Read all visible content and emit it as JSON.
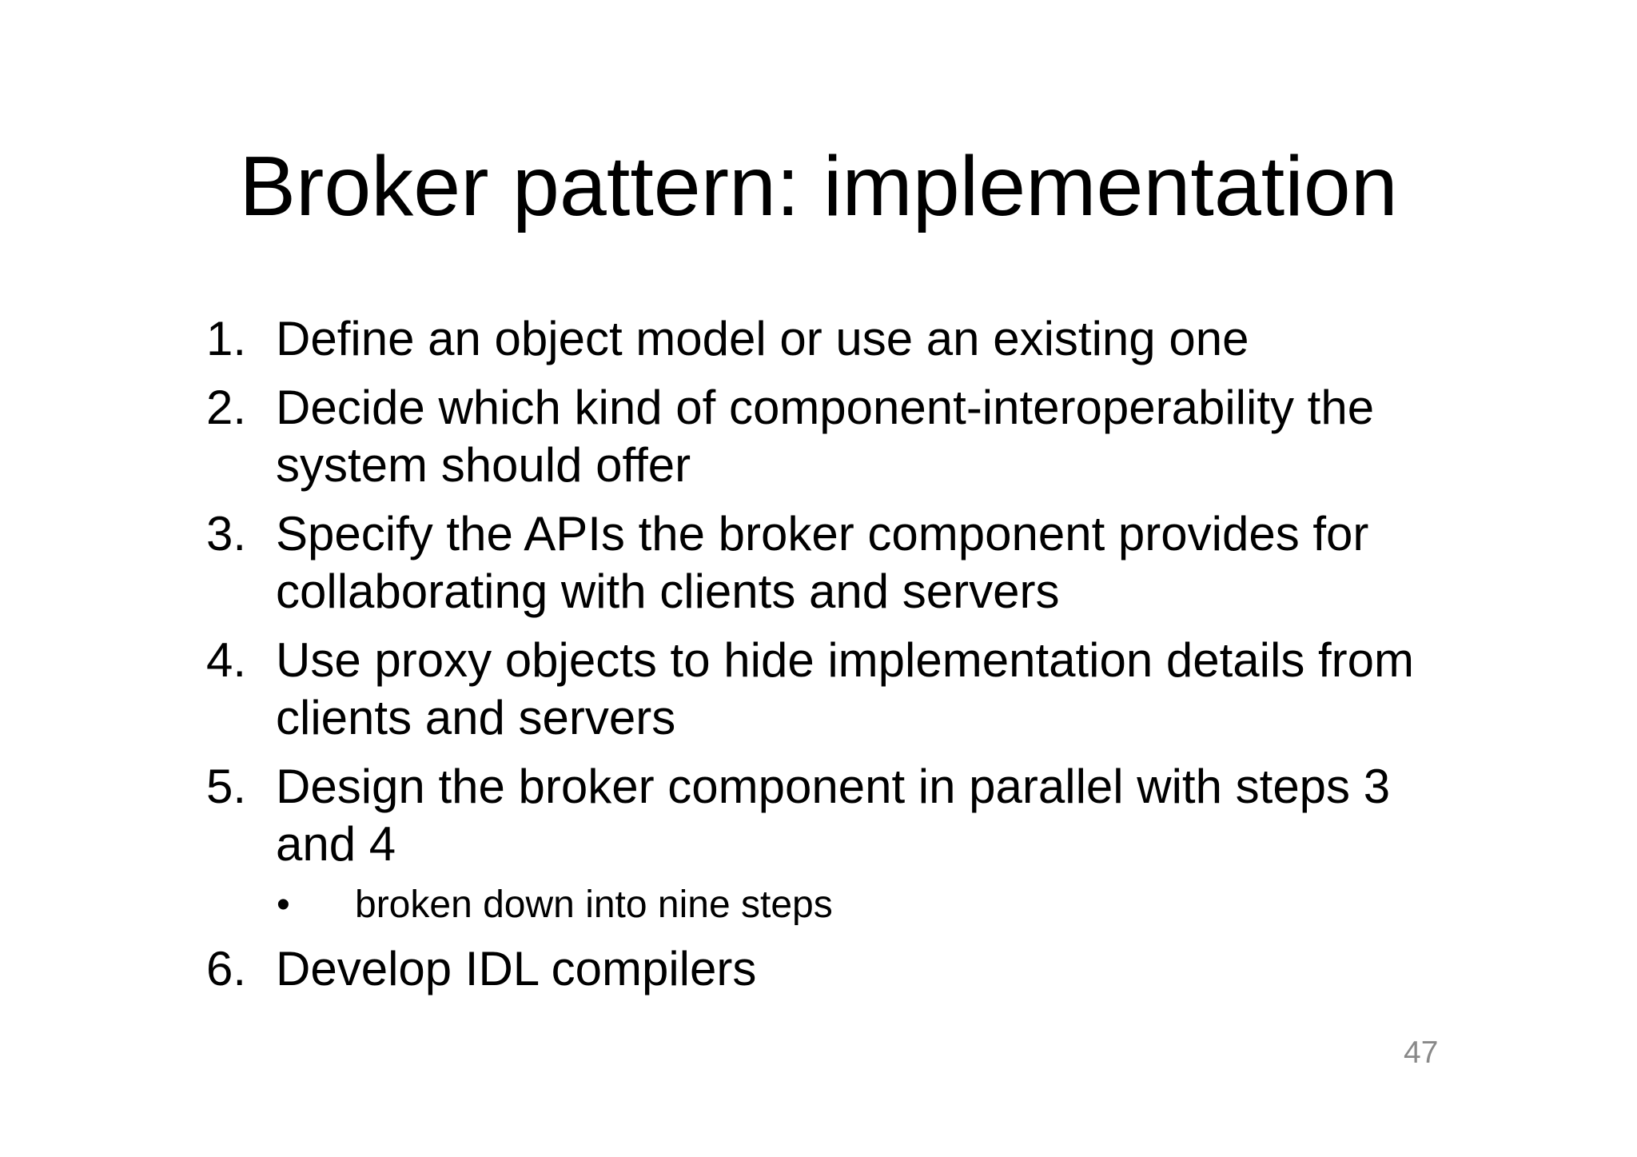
{
  "slide": {
    "title": "Broker pattern: implementation",
    "page_number": "47",
    "items": [
      {
        "number": "1.",
        "text": "Define an object model or use an existing one"
      },
      {
        "number": "2.",
        "text": "Decide which kind of component-interoperability the system should offer"
      },
      {
        "number": "3.",
        "text": "Specify the APIs the broker component provides for collaborating with clients and servers"
      },
      {
        "number": "4.",
        "text": "Use proxy objects to hide implementation details from clients and servers"
      },
      {
        "number": "5.",
        "text": "Design the broker component in parallel with steps 3 and 4",
        "sub_items": [
          {
            "bullet": "•",
            "text": "broken down into nine steps"
          }
        ]
      },
      {
        "number": "6.",
        "text": "Develop IDL compilers"
      }
    ],
    "colors": {
      "background": "#ffffff",
      "text": "#000000",
      "page_number": "#898989"
    }
  }
}
